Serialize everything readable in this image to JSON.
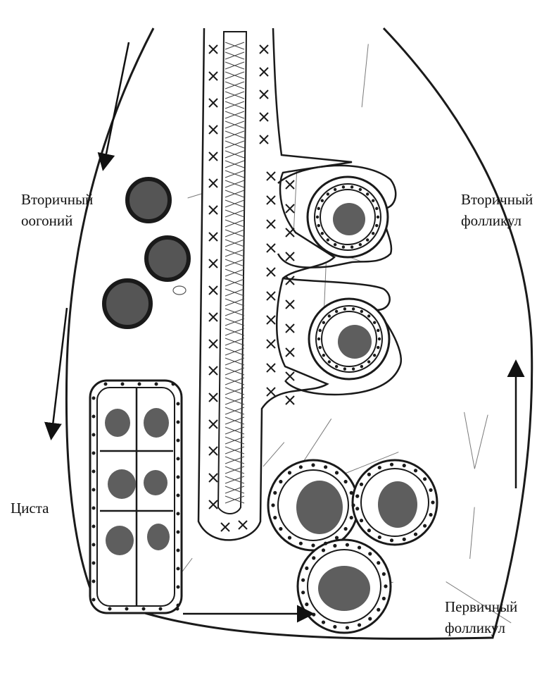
{
  "labels": {
    "secondary_oogonium": [
      "Вторичный",
      "оогоний"
    ],
    "secondary_follicle": [
      "Вторичный",
      "фолликул"
    ],
    "cyst": [
      "Циста"
    ],
    "primary_follicle": [
      "Первичный",
      "фолликул"
    ]
  },
  "colors": {
    "ink": "#1a1a1a",
    "nucleus": "#5e5e5e",
    "oogonium_fill": "#555555",
    "paper": "#ffffff",
    "mesh": "#7a7a7a"
  }
}
